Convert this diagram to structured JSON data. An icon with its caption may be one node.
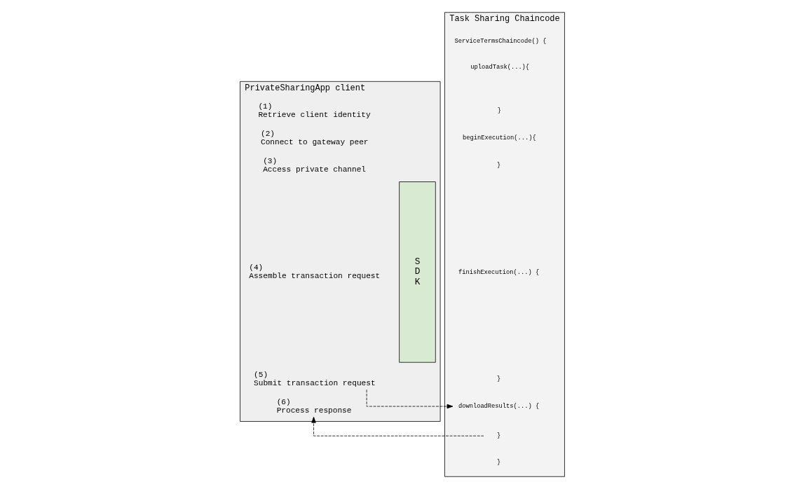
{
  "diagram": {
    "nodes": [
      {
        "text": [
          "PrivateSharingApp client"
        ]
      },
      {
        "text": [
          "(1)",
          "Retrieve client identity"
        ],
        "in": 0
      },
      {
        "text": [
          "(2)",
          "Connect to gateway peer"
        ],
        "in": 0
      },
      {
        "text": [
          "(3)",
          "Access private channel"
        ],
        "in": 0
      },
      {
        "text": [
          "(4)",
          "Assemble transaction request"
        ],
        "in": 0
      },
      {
        "text": [
          "(5)",
          "Submit transaction request"
        ],
        "in": 0
      },
      {
        "text": [
          "(6)",
          "Process response"
        ],
        "in": 0
      },
      {
        "text": [
          "S D K"
        ],
        "in": 0
      },
      {
        "text": [
          "Task Sharing Chaincode"
        ]
      },
      {
        "text": [
          "ServiceTermsChaincode() {"
        ],
        "in": 8
      },
      {
        "text": [
          "uploadTask(...){"
        ],
        "in": 8
      },
      {
        "text": [
          "}"
        ],
        "in": 8
      },
      {
        "text": [
          "beginExecution(...){"
        ],
        "in": 8
      },
      {
        "text": [
          "}"
        ],
        "in": 8
      },
      {
        "text": [
          "finishExecution(...) {"
        ],
        "in": 8
      },
      {
        "text": [
          "}"
        ],
        "in": 8
      },
      {
        "text": [
          "downloadResults(...) {"
        ],
        "in": 8
      },
      {
        "text": [
          "}"
        ],
        "in": 8
      },
      {
        "text": [
          "}"
        ],
        "in": 8
      }
    ],
    "edges": [
      {
        "from": 5,
        "to": 16,
        "arrow": "to",
        "style": "dashed"
      },
      {
        "from": 17,
        "to": 6,
        "arrow": "to",
        "style": "dashed"
      }
    ]
  }
}
